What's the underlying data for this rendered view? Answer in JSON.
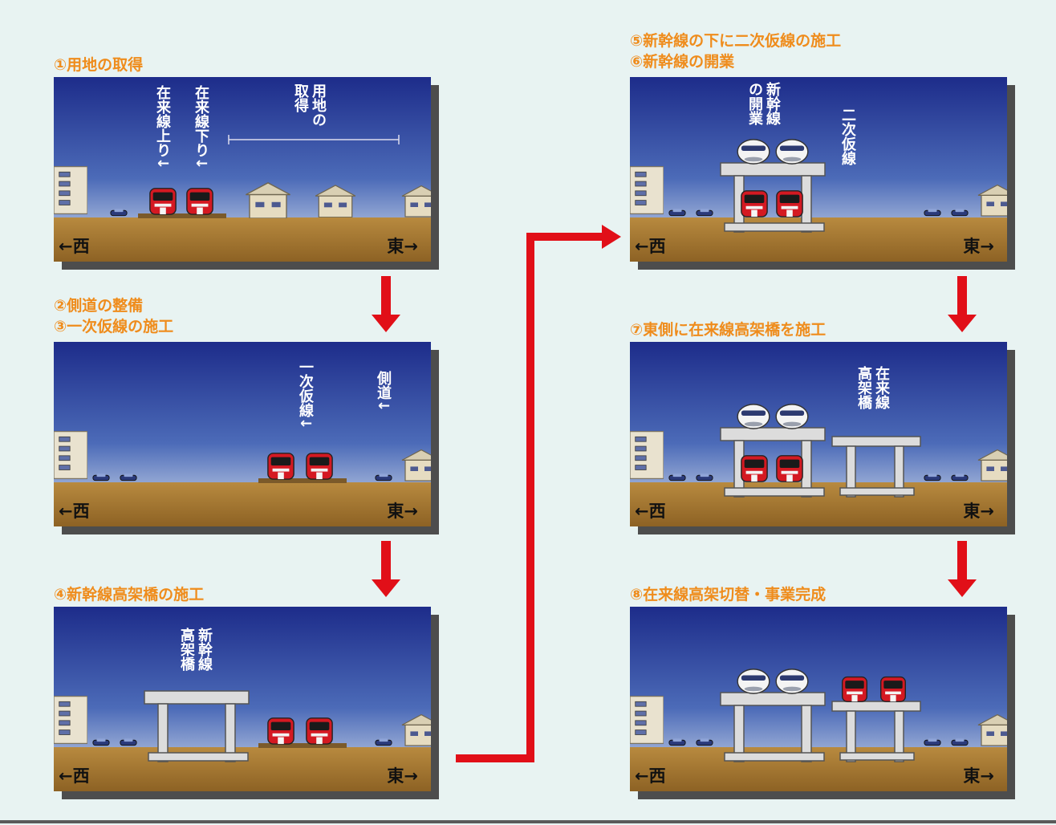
{
  "steps": [
    {
      "titles": [
        "①用地の取得"
      ],
      "labels": [
        "在来線上り↓",
        "在来線下り↓",
        "用地の取得"
      ]
    },
    {
      "titles": [
        "②側道の整備",
        "③一次仮線の施工"
      ],
      "labels": [
        "一次仮線↓",
        "側道↓"
      ]
    },
    {
      "titles": [
        "④新幹線高架橋の施工"
      ],
      "labels": [
        "新幹線高架橋"
      ]
    },
    {
      "titles": [
        "⑤新幹線の下に二次仮線の施工",
        "⑥新幹線の開業"
      ],
      "labels": [
        "新幹線の開業",
        "二次仮線"
      ]
    },
    {
      "titles": [
        "⑦東側に在来線高架橋を施工"
      ],
      "labels": [
        "在来線高架橋"
      ]
    },
    {
      "titles": [
        "⑧在来線高架切替・事業完成"
      ],
      "labels": []
    }
  ],
  "directions": {
    "west": "←西",
    "east": "東→"
  },
  "colors": {
    "title": "#ef8c1c",
    "arrow": "#e10f18",
    "sky_top": "#1d2c8a",
    "ground": "#9a6e2e"
  }
}
